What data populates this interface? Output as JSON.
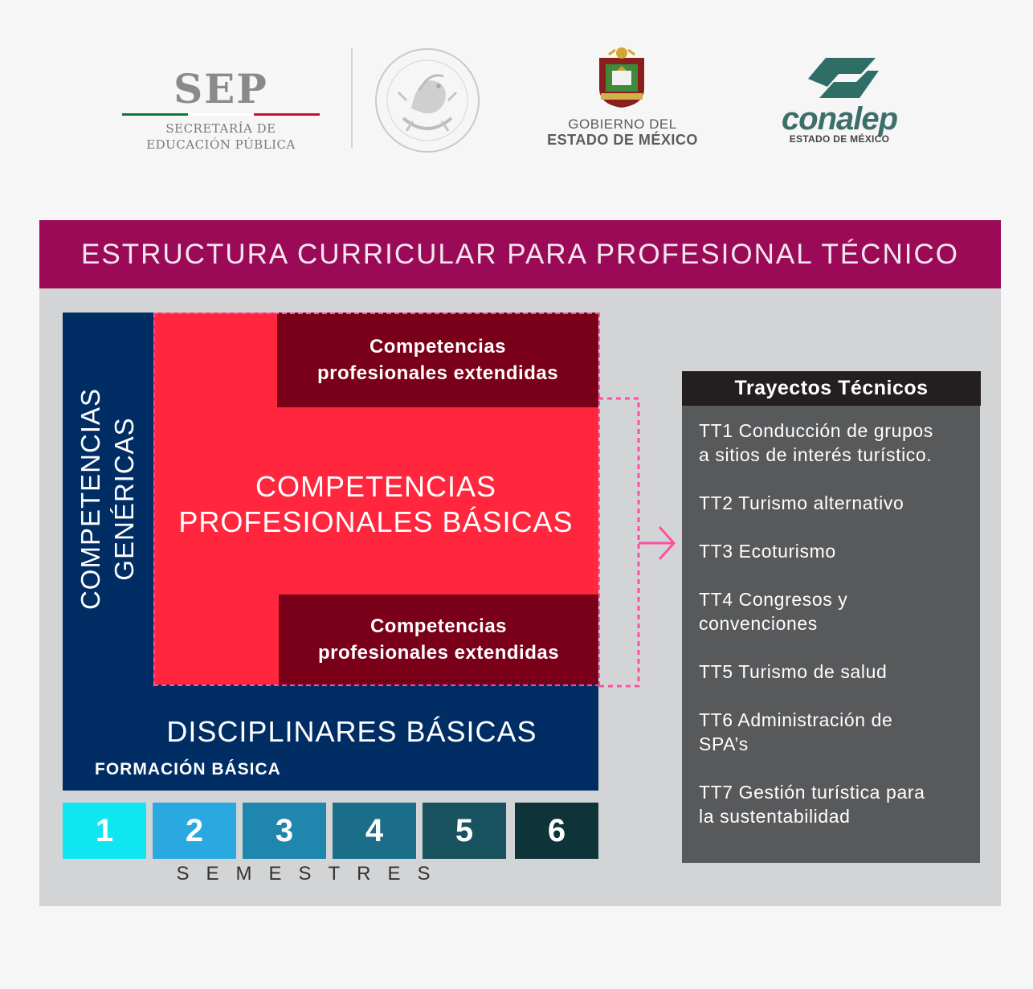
{
  "logos": {
    "sep": {
      "word": "SEP",
      "line1": "SECRETARÍA DE",
      "line2": "EDUCACIÓN PÚBLICA",
      "flag_colors": [
        "#0a7a3e",
        "#ffffff",
        "#c8102e"
      ]
    },
    "gobierno": {
      "line1": "GOBIERNO DEL",
      "line2": "ESTADO DE MÉXICO"
    },
    "conalep": {
      "word": "conalep",
      "sub": "ESTADO DE MÉXICO",
      "color": "#2f6e66"
    }
  },
  "title": "ESTRUCTURA CURRICULAR PARA PROFESIONAL TÉCNICO",
  "diagram": {
    "extendidas_top": [
      "Competencias",
      "profesionales extendidas"
    ],
    "basicas": [
      "COMPETENCIAS",
      "PROFESIONALES BÁSICAS"
    ],
    "extendidas_bottom": [
      "Competencias",
      "profesionales extendidas"
    ],
    "genericas": [
      "COMPETENCIAS",
      "GENÉRICAS"
    ],
    "disciplinares": "DISCIPLINARES BÁSICAS",
    "formacion": "FORMACIÓN BÁSICA",
    "colors": {
      "navy": "#002d64",
      "red": "#ff263e",
      "dark_red": "#7a0019",
      "magenta": "#9b0a57",
      "dash": "#ff4fa3"
    }
  },
  "semesters": {
    "label": "SEMESTRES",
    "items": [
      {
        "n": "1",
        "color": "#10e6f2"
      },
      {
        "n": "2",
        "color": "#2aa8e0"
      },
      {
        "n": "3",
        "color": "#1f86ad"
      },
      {
        "n": "4",
        "color": "#1b6e89"
      },
      {
        "n": "5",
        "color": "#18525f"
      },
      {
        "n": "6",
        "color": "#0e3338"
      }
    ]
  },
  "trayectos": {
    "title": "Trayectos Técnicos",
    "items": [
      {
        "line1": "TT1 Conducción de grupos",
        "line2": "a sitios de interés turístico."
      },
      {
        "line1": "TT2 Turismo alternativo",
        "line2": ""
      },
      {
        "line1": "TT3 Ecoturismo",
        "line2": ""
      },
      {
        "line1": "TT4 Congresos y",
        "line2": "convenciones"
      },
      {
        "line1": "TT5 Turismo de salud",
        "line2": ""
      },
      {
        "line1": "TT6 Administración de",
        "line2": "SPA’s"
      },
      {
        "line1": "TT7 Gestión turística para",
        "line2": "la sustentabilidad"
      }
    ]
  }
}
